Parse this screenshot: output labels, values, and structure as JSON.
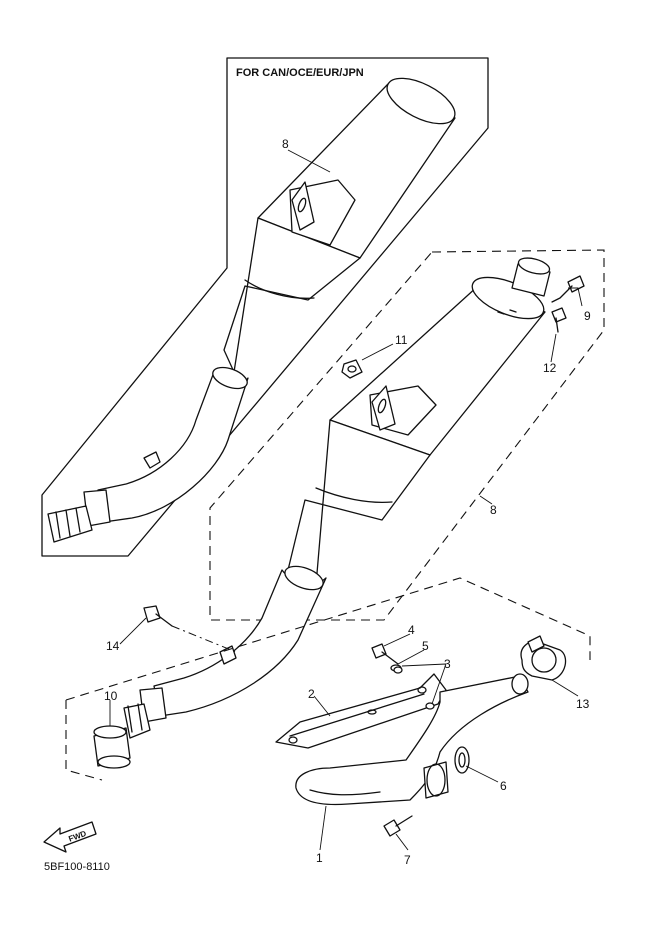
{
  "region_label": "FOR CAN/OCE/EUR/JPN",
  "diagram_code": "5BF100-8110",
  "fwd_label": "FWD",
  "parts": [
    {
      "id": "p8a",
      "number": "8"
    },
    {
      "id": "p8b",
      "number": "8"
    },
    {
      "id": "p9",
      "number": "9"
    },
    {
      "id": "p11",
      "number": "11"
    },
    {
      "id": "p12",
      "number": "12"
    },
    {
      "id": "p4",
      "number": "4"
    },
    {
      "id": "p5",
      "number": "5"
    },
    {
      "id": "p3",
      "number": "3"
    },
    {
      "id": "p2",
      "number": "2"
    },
    {
      "id": "p13",
      "number": "13"
    },
    {
      "id": "p14",
      "number": "14"
    },
    {
      "id": "p10",
      "number": "10"
    },
    {
      "id": "p6",
      "number": "6"
    },
    {
      "id": "p1",
      "number": "1"
    },
    {
      "id": "p7",
      "number": "7"
    }
  ]
}
